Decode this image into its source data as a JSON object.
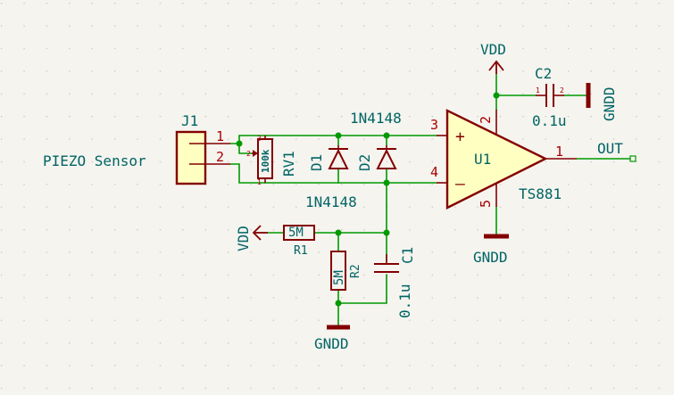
{
  "components": {
    "j1": {
      "ref": "J1",
      "value": "PIEZO Sensor",
      "pins": [
        "1",
        "2"
      ]
    },
    "rv1": {
      "ref": "RV1",
      "value": "100k",
      "pins": [
        "1",
        "2",
        "3"
      ]
    },
    "d1": {
      "ref": "D1"
    },
    "d2": {
      "ref": "D2"
    },
    "diode_value_top": "1N4148",
    "diode_value_bottom": "1N4148",
    "u1": {
      "ref": "U1",
      "value": "TS881",
      "pins": {
        "plus": "3",
        "minus": "4",
        "vdd": "2",
        "gnd": "5",
        "out": "1"
      },
      "plus_sign": "+",
      "minus_sign": "–"
    },
    "c1": {
      "ref": "C1",
      "value": "0.1u"
    },
    "c2": {
      "ref": "C2",
      "value": "0.1u",
      "pins": [
        "1",
        "2"
      ]
    },
    "r1": {
      "ref": "R1",
      "value": "5M"
    },
    "r2": {
      "ref": "R2",
      "value": "5M"
    }
  },
  "power": {
    "vdd_top": "VDD",
    "vdd_r1": "VDD",
    "gnd_c2": "GNDD",
    "gnd_u1": "GNDD",
    "gnd_r2": "GNDD"
  },
  "nets": {
    "out_label": "OUT"
  },
  "colors": {
    "background": "#f5f4ef",
    "wire": "#009900",
    "component": "#840000",
    "component_fill": "#ffffc2",
    "label": "#006464",
    "pin_number": "#a90000"
  }
}
